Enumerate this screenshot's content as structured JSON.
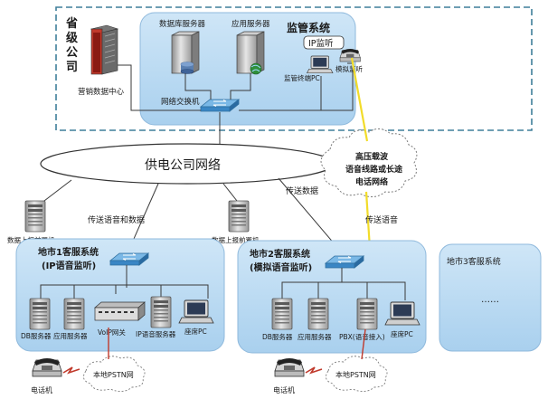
{
  "provincial": {
    "name_line1": "省",
    "name_line2": "级",
    "name_line3": "公",
    "name_line4": "司",
    "marketing_center": "营销数据中心",
    "db_server": "数据库服务器",
    "app_server": "应用服务器",
    "network_switch": "网络交换机",
    "monitor_system": {
      "title": "监管系统",
      "ip_monitor": "IP监听",
      "terminal_pc": "监管终端PC",
      "analog_monitor": "模拟监听"
    }
  },
  "network": {
    "cloud_label": "供电公司网络",
    "carrier_line1": "高压载波",
    "carrier_line2": "语音线路或长途",
    "carrier_line3": "电话网络",
    "transfer_data": "传送数据",
    "transfer_voice_data": "传送语音和数据",
    "transfer_voice": "传送语音"
  },
  "front_servers": {
    "left": "数据上报前置机",
    "middle": "数据上报前置机"
  },
  "city1": {
    "title_line1": "地市1客服系统",
    "title_line2": "(IP语音监听)",
    "db": "DB服务器",
    "app": "应用服务器",
    "voip": "VoIP网关",
    "ip_voice": "IP语音服务器",
    "seat_pc": "座席PC",
    "phone": "电话机",
    "pstn": "本地PSTN网"
  },
  "city2": {
    "title_line1": "地市2客服系统",
    "title_line2": "(模拟语音监听)",
    "db": "DB服务器",
    "app": "应用服务器",
    "pbx": "PBX(语音接入)",
    "seat_pc": "座席PC",
    "phone": "电话机",
    "pstn": "本地PSTN网"
  },
  "city3": {
    "title": "地市3客服系统",
    "ellipsis": "……"
  },
  "colors": {
    "panel_fill": "#bcdcf2",
    "panel_stroke": "#8fb9dc",
    "dashed_frame": "#3f7f9a",
    "carrier_line": "#f2dc2a",
    "connector": "#3a3a3a"
  }
}
